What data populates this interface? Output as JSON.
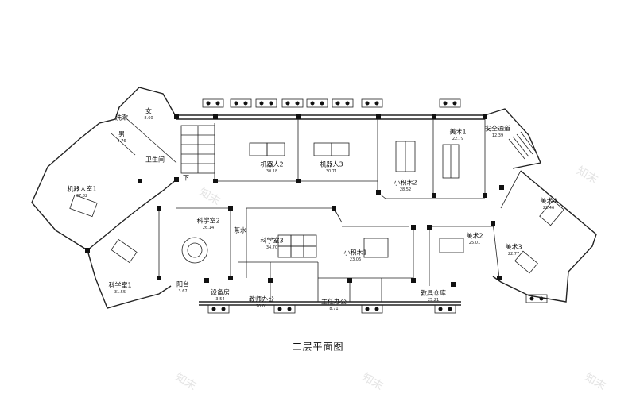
{
  "title": "二层平面图",
  "rooms": [
    {
      "name": "女",
      "area": "8.60"
    },
    {
      "name": "洗漱",
      "area": ""
    },
    {
      "name": "男",
      "area": "4.76"
    },
    {
      "name": "卫生间",
      "area": ""
    },
    {
      "name": "机器人室1",
      "area": "37.82"
    },
    {
      "name": "机器人2",
      "area": "30.18"
    },
    {
      "name": "机器人3",
      "area": "30.71"
    },
    {
      "name": "小积木2",
      "area": "28.52"
    },
    {
      "name": "美术1",
      "area": "22.79"
    },
    {
      "name": "安全通道",
      "area": "12.39"
    },
    {
      "name": "美术4",
      "area": "23.46"
    },
    {
      "name": "科学室2",
      "area": "26.14"
    },
    {
      "name": "茶水",
      "area": ""
    },
    {
      "name": "科学室3",
      "area": "34.70"
    },
    {
      "name": "小积木1",
      "area": "23.06"
    },
    {
      "name": "美术2",
      "area": "25.01"
    },
    {
      "name": "美术3",
      "area": "22.77"
    },
    {
      "name": "科学室1",
      "area": "31.55"
    },
    {
      "name": "阳台",
      "area": "3.67"
    },
    {
      "name": "设备房",
      "area": "3.54"
    },
    {
      "name": "教师办公",
      "area": "20.01"
    },
    {
      "name": "主任办公",
      "area": "8.71"
    },
    {
      "name": "教具仓库",
      "area": "25.21"
    },
    {
      "name": "下",
      "area": ""
    }
  ],
  "watermark": "知末"
}
